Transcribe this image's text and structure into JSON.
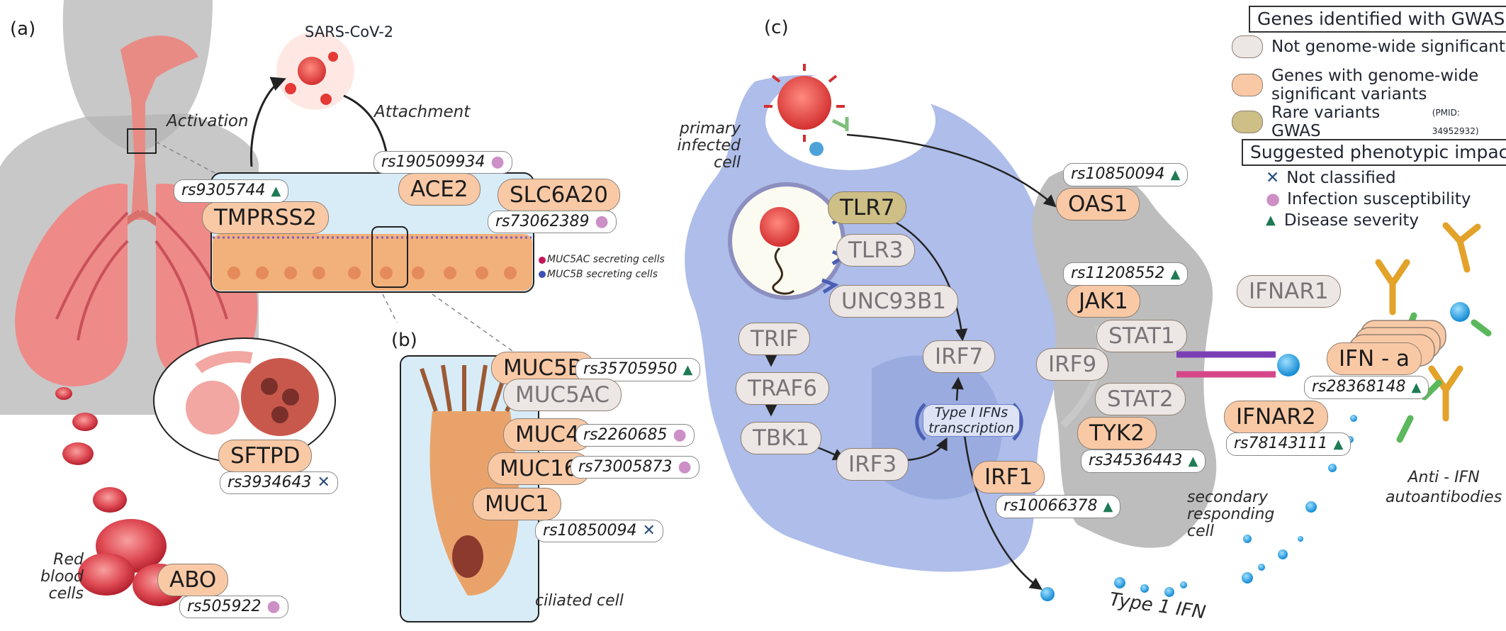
{
  "panels": {
    "a": "(a)",
    "b": "(b)",
    "c": "(c)"
  },
  "labels": {
    "virus": "SARS-CoV-2",
    "activation": "Activation",
    "attachment": "Attachment",
    "muc5ac_cells": "MUC5AC secreting cells",
    "muc5b_cells": "MUC5B secreting cells",
    "red_blood_cells": [
      "Red",
      "blood",
      "cells"
    ],
    "ciliated_cell": "ciliated cell",
    "primary_cell": [
      "primary",
      "infected",
      "cell"
    ],
    "secondary_cell": [
      "secondary",
      "responding",
      "cell"
    ],
    "type1_ifn": "Type 1 IFN",
    "transcription": [
      "Type I IFNs",
      "transcription"
    ],
    "autoantibodies": [
      "Anti - IFN",
      "autoantibodies"
    ]
  },
  "genes": {
    "tmprss2": "TMPRSS2",
    "ace2": "ACE2",
    "slc6a20": "SLC6A20",
    "sftpd": "SFTPD",
    "abo": "ABO",
    "muc5b": "MUC5B",
    "muc5ac": "MUC5AC",
    "muc4": "MUC4",
    "muc16": "MUC16",
    "muc1": "MUC1",
    "tlr7": "TLR7",
    "tlr3": "TLR3",
    "unc93b1": "UNC93B1",
    "trif": "TRIF",
    "traf6": "TRAF6",
    "tbk1": "TBK1",
    "irf3": "IRF3",
    "irf7": "IRF7",
    "irf1": "IRF1",
    "oas1": "OAS1",
    "jak1": "JAK1",
    "stat1": "STAT1",
    "irf9": "IRF9",
    "stat2": "STAT2",
    "tyk2": "TYK2",
    "ifnar1": "IFNAR1",
    "ifnar2": "IFNAR2",
    "ifna": "IFN - a"
  },
  "variants": {
    "tmprss2": "rs9305744",
    "ace2": "rs190509934",
    "slc6a20": "rs73062389",
    "sftpd": "rs3934643",
    "abo": "rs505922",
    "muc5b": "rs35705950",
    "muc4": "rs2260685",
    "muc16": "rs73005873",
    "muc1": "rs10850094",
    "oas1": "rs10850094",
    "jak1": "rs11208552",
    "tyk2": "rs34536443",
    "irf1": "rs10066378",
    "ifnar2": "rs78143111",
    "ifna": "rs28368148"
  },
  "legend": {
    "title1": "Genes identified with GWAS",
    "not_sig": "Not genome-wide significant",
    "sig": [
      "Genes with genome-wide",
      "significant variants"
    ],
    "rare": "Rare variants GWAS",
    "rare_pmid": "(PMID: 34952932)",
    "title2": "Suggested phenotypic impact",
    "not_classified": "Not classified",
    "infection": "Infection susceptibility",
    "severity": "Disease severity"
  },
  "colors": {
    "significant": "#f9c9a6",
    "not_significant": "#ece6e4",
    "rare": "#cdbf85",
    "infection_susceptibility": "#cc8fc6",
    "disease_severity": "#1f7a55",
    "not_classified": "#2b4f7c",
    "primary_cell": "#aebde9",
    "secondary_cell": "#bdbdbd",
    "virus": "#e23b3b"
  }
}
